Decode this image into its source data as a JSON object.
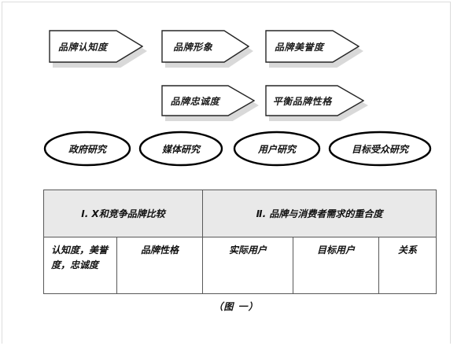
{
  "figure": {
    "caption": "（图  一）",
    "arrow_rows": [
      {
        "row": 1,
        "arrows": [
          {
            "label": "品牌认知度"
          },
          {
            "label": "品牌形象"
          },
          {
            "label": "品牌美誉度"
          }
        ]
      },
      {
        "row": 2,
        "arrows": [
          {
            "label": "品牌忠诚度"
          },
          {
            "label": "平衡品牌性格"
          }
        ]
      }
    ],
    "ellipses": [
      {
        "label": "政府研究"
      },
      {
        "label": "媒体研究"
      },
      {
        "label": "用户研究"
      },
      {
        "label": "目标受众研究"
      }
    ],
    "table": {
      "header": [
        {
          "label": "Ⅰ. X和竞争品牌比较",
          "span": 2
        },
        {
          "label": "Ⅱ.  品牌与消费者需求的重合度",
          "span": 3
        }
      ],
      "row": [
        {
          "label": "认知度，美誉度，忠诚度"
        },
        {
          "label": "品牌性格"
        },
        {
          "label": "实际用户"
        },
        {
          "label": "目标用户"
        },
        {
          "label": "关系"
        }
      ]
    },
    "colors": {
      "header_fill": "#e9e9e9",
      "line": "#595959",
      "shadow": "#d9d9d9",
      "shape_outline": "#262626",
      "ellipse_outline": "#000000",
      "text": "#111111",
      "background": "#ffffff"
    }
  }
}
